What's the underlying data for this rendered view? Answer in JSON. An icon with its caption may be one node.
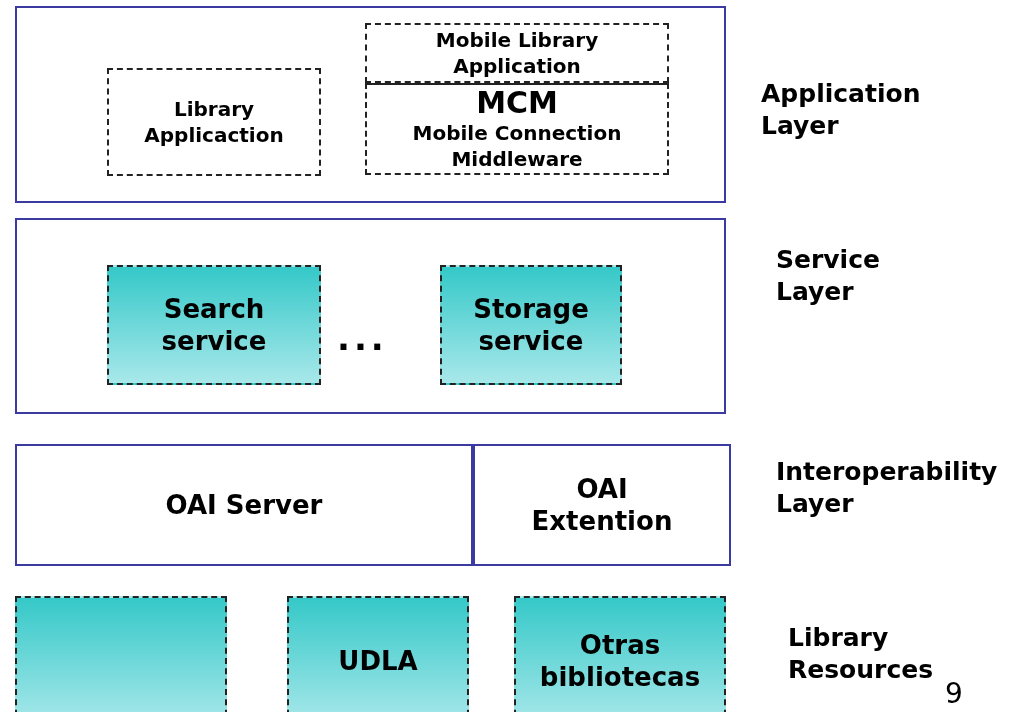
{
  "diagram": {
    "nodes": [
      {
        "text": [],
        "shape": "box"
      },
      {
        "text": [
          "Library Applicaction"
        ],
        "in": 0
      },
      {
        "text": [
          "Mobile Library Application"
        ],
        "in": 0
      },
      {
        "text": [
          "MCM",
          "Mobile Connection Middleware"
        ],
        "in": 0
      },
      {
        "text": [],
        "shape": "box"
      },
      {
        "text": [
          "Search service"
        ],
        "in": 4
      },
      {
        "text": [
          "Storage service"
        ],
        "in": 4
      },
      {
        "text": [
          "OAI Server"
        ]
      },
      {
        "text": [
          "OAI Extention"
        ]
      },
      {
        "text": [],
        "shape": "box"
      },
      {
        "text": [
          "UDLA"
        ]
      },
      {
        "text": [
          "Otras bibliotecas"
        ]
      }
    ],
    "labels": [
      "...",
      "Application Layer",
      "Service Layer",
      "Interoperability Layer",
      "Library Resources",
      "9"
    ]
  }
}
